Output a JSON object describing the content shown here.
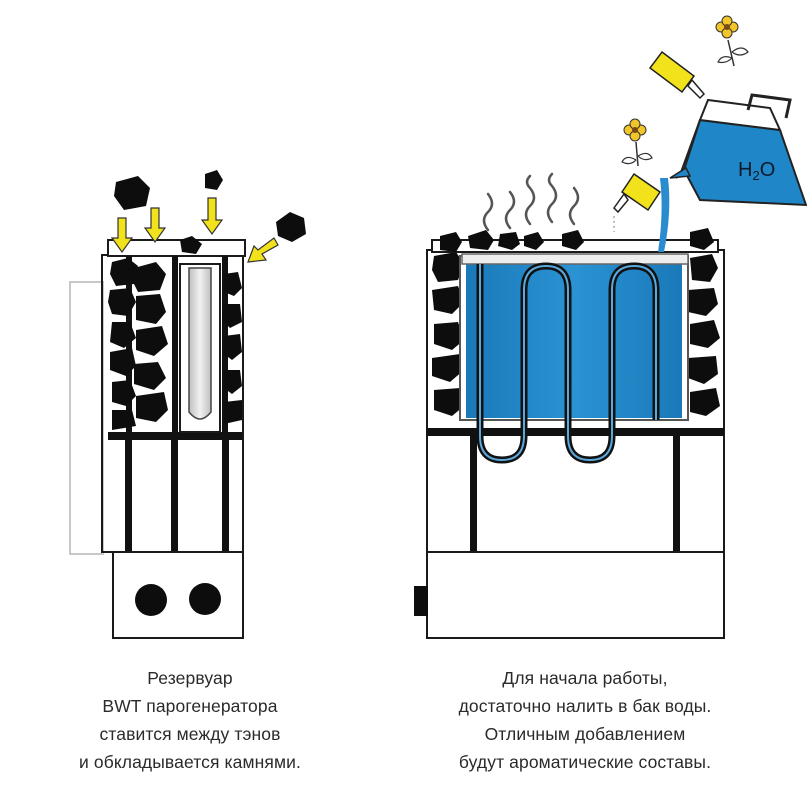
{
  "colors": {
    "water": "#1f86c8",
    "water_dark": "#10507f",
    "arrow_yellow": "#f2e21b",
    "stone": "#0d0d0d",
    "frame": "#111111",
    "panel_gray": "#d0d0d0",
    "caption_text": "#2a2a2a"
  },
  "icons": [
    "stone-icon",
    "down-arrow-icon",
    "flower-icon",
    "steam-icon",
    "essence-bottle-icon",
    "water-jug-icon",
    "knob-icon"
  ],
  "jug": {
    "label_main": "H",
    "label_sub": "2",
    "label_end": "O"
  },
  "captions": {
    "left": [
      "Резервуар",
      "BWT парогенератора",
      "ставится между тэнов",
      "и обкладывается камнями."
    ],
    "right": [
      "Для начала работы,",
      "достаточно налить в бак воды.",
      "Отличным добавлением",
      "будут ароматические составы."
    ]
  }
}
